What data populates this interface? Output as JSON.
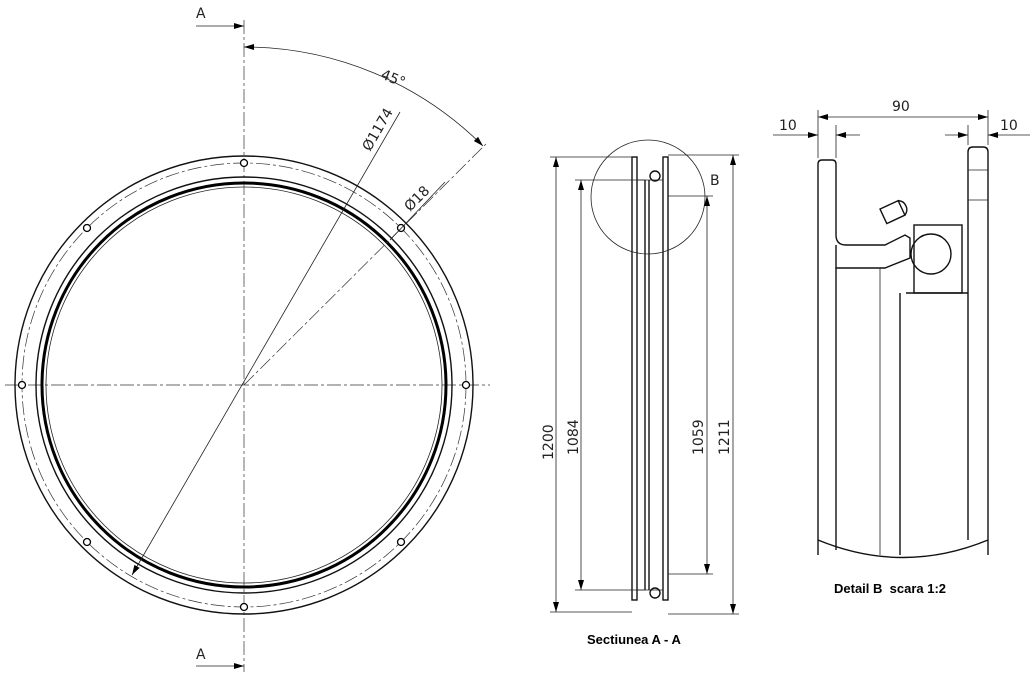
{
  "front_view": {
    "section_label_top": "A",
    "section_label_bottom": "A",
    "angle_dim": "45°",
    "diameter_dim": "Ø1174",
    "hole_dim": "Ø18"
  },
  "section_view": {
    "dim_1200": "1200",
    "dim_1084": "1084",
    "dim_1059": "1059",
    "dim_1211": "1211",
    "detail_label": "B",
    "caption": "Sectiunea A - A"
  },
  "detail_view": {
    "dim_left": "10",
    "dim_width": "90",
    "dim_right": "10",
    "caption": "Detail B  scara 1:2"
  }
}
